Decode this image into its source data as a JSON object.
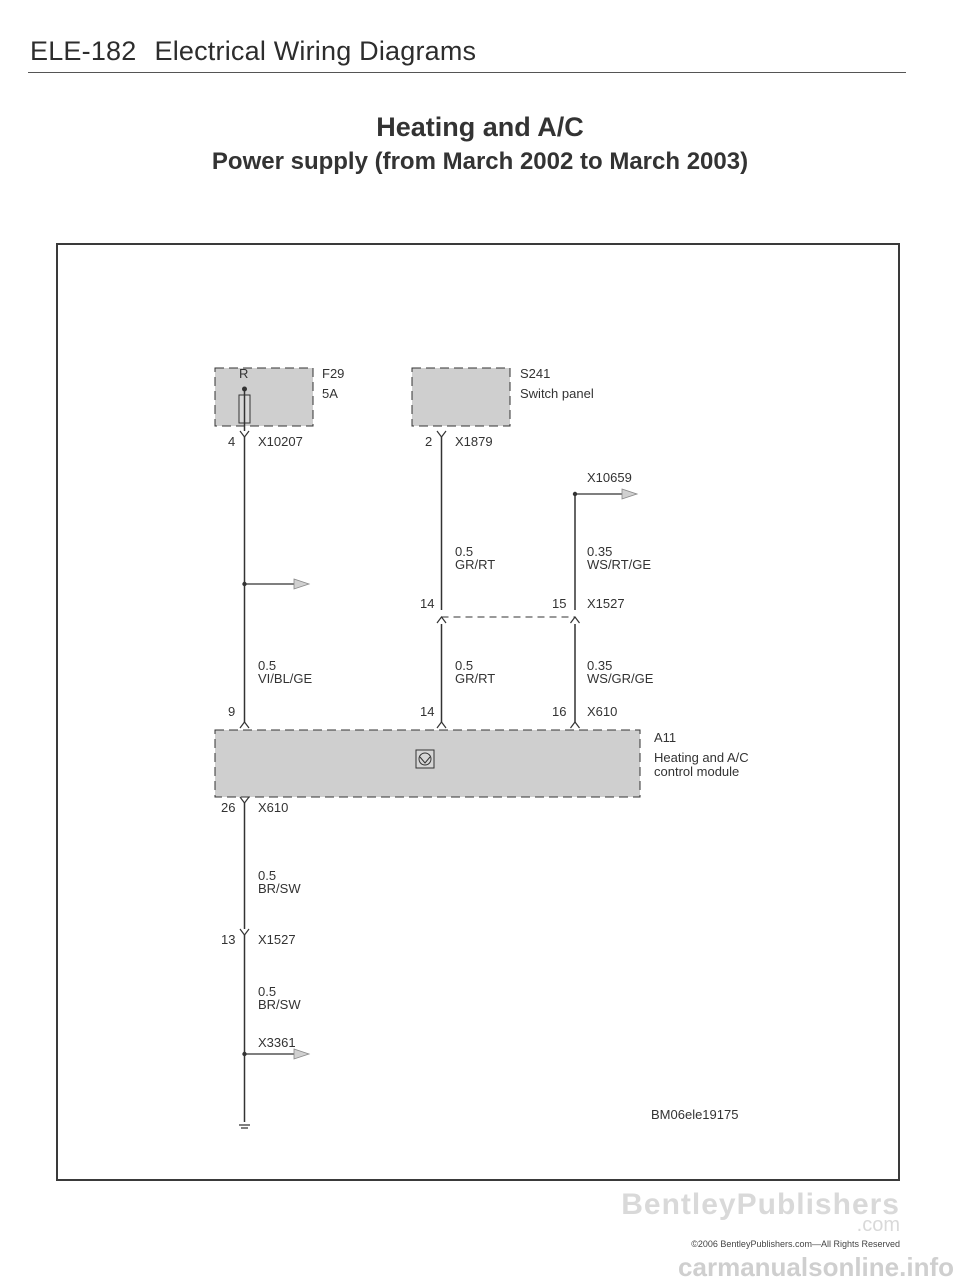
{
  "header": {
    "code": "ELE-182",
    "title": "Electrical Wiring Diagrams"
  },
  "title": "Heating and A/C",
  "subtitle": "Power supply (from March 2002 to March 2003)",
  "components": {
    "fuse": {
      "id": "F29",
      "rating": "5A",
      "symbol": "R"
    },
    "switch": {
      "id": "S241",
      "name": "Switch panel"
    },
    "module": {
      "id": "A11",
      "name_line1": "Heating and A/C",
      "name_line2": "control module"
    }
  },
  "connectors": {
    "x10207": "X10207",
    "x10207_pin": "4",
    "x1879": "X1879",
    "x1879_pin": "2",
    "x10659": "X10659",
    "x1527_a": "X1527",
    "x1527_pin_a14": "14",
    "x1527_pin_a15": "15",
    "x610_top": "X610",
    "x610_pin_9": "9",
    "x610_pin_14": "14",
    "x610_pin_16": "16",
    "x610_bottom": "X610",
    "x610_pin_26": "26",
    "x1527_b": "X1527",
    "x1527_pin_13": "13",
    "x3361": "X3361"
  },
  "wires": {
    "w1_size": "0.5",
    "w1_color": "VI/BL/GE",
    "w2a_size": "0.5",
    "w2a_color": "GR/RT",
    "w2b_size": "0.5",
    "w2b_color": "GR/RT",
    "w3a_size": "0.35",
    "w3a_color": "WS/RT/GE",
    "w3b_size": "0.35",
    "w3b_color": "WS/GR/GE",
    "w4_size": "0.5",
    "w4_color": "BR/SW",
    "w5_size": "0.5",
    "w5_color": "BR/SW"
  },
  "diagram_code": "BM06ele19175",
  "footer": {
    "brand": "BentleyPublishers",
    "brand_com": ".com",
    "copyright": "©2006 BentleyPublishers.com—All Rights Reserved",
    "site": "carmanualsonline.info"
  }
}
